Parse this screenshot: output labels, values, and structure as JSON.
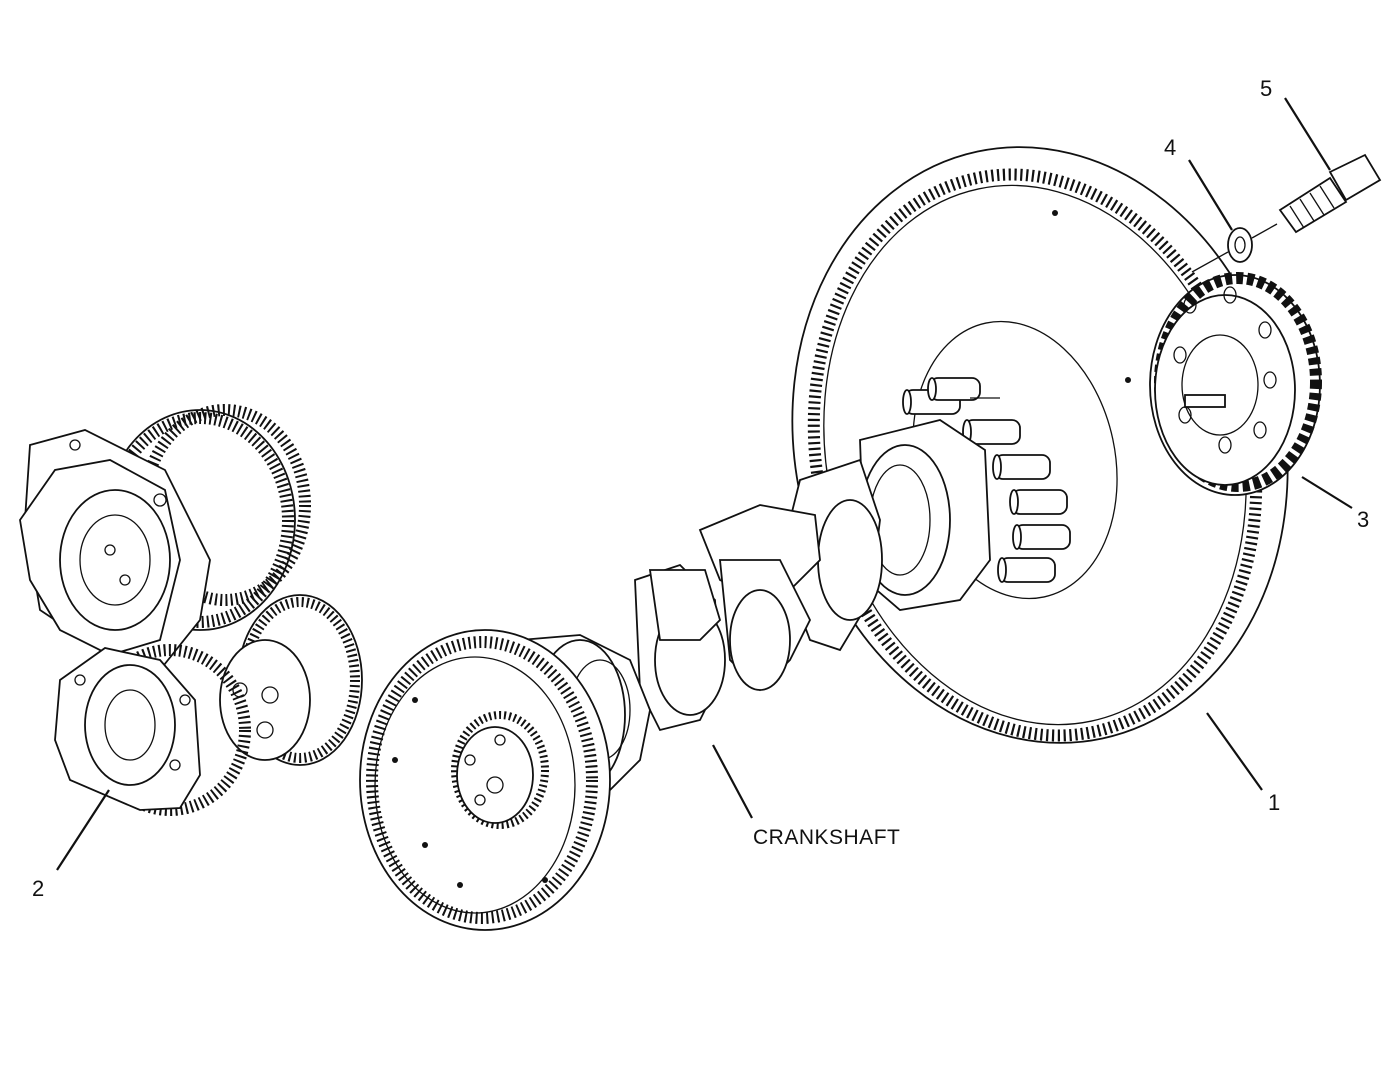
{
  "diagram": {
    "callouts": [
      {
        "id": "1",
        "text": "1"
      },
      {
        "id": "2",
        "text": "2"
      },
      {
        "id": "3",
        "text": "3"
      },
      {
        "id": "4",
        "text": "4"
      },
      {
        "id": "5",
        "text": "5"
      }
    ],
    "labels": {
      "crankshaft": "CRANKSHAFT"
    },
    "line_color": "#111111",
    "background": "#ffffff"
  }
}
